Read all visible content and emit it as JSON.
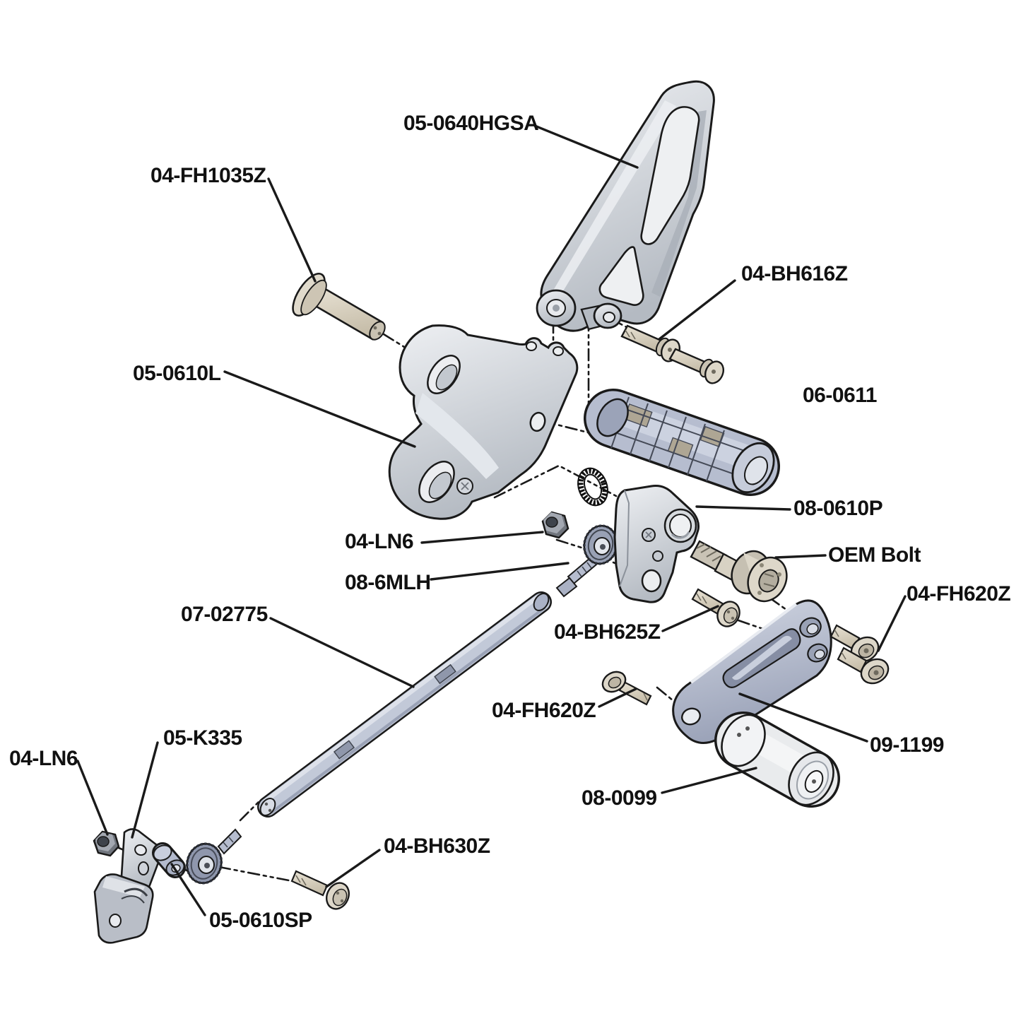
{
  "diagram": {
    "type": "exploded-parts-diagram",
    "subject": "motorcycle rearset / shift linkage assembly",
    "background": "#ffffff",
    "label_color": "#111111",
    "line_color": "#1a1a1a",
    "part_colors": {
      "aluminum": "#c9ced6",
      "steel_blue": "#b6bdcf",
      "hardware_tan": "#d8d2c4",
      "nut_gray": "#70757d",
      "spacer_white": "#e9ebed"
    },
    "labels": [
      {
        "id": "heel-guard",
        "text": "05-0640HGSA"
      },
      {
        "id": "flathead-1035",
        "text": "04-FH1035Z"
      },
      {
        "id": "buttonhead-616",
        "text": "04-BH616Z"
      },
      {
        "id": "bracket-left",
        "text": "05-0610L"
      },
      {
        "id": "footpeg",
        "text": "06-0611"
      },
      {
        "id": "peg-mount",
        "text": "08-0610P"
      },
      {
        "id": "oem-bolt",
        "text": "OEM Bolt"
      },
      {
        "id": "flathead-620-right",
        "text": "04-FH620Z"
      },
      {
        "id": "locknut-mid",
        "text": "04-LN6"
      },
      {
        "id": "rod-end-bearing",
        "text": "08-6MLH"
      },
      {
        "id": "shift-rod",
        "text": "07-02775"
      },
      {
        "id": "buttonhead-625",
        "text": "04-BH625Z"
      },
      {
        "id": "flathead-620-low",
        "text": "04-FH620Z"
      },
      {
        "id": "shift-arm",
        "text": "09-1199"
      },
      {
        "id": "spacer-0099",
        "text": "08-0099"
      },
      {
        "id": "locknut-lower",
        "text": "04-LN6"
      },
      {
        "id": "shift-clevis",
        "text": "05-K335"
      },
      {
        "id": "spacer-0610sp",
        "text": "05-0610SP"
      },
      {
        "id": "buttonhead-630",
        "text": "04-BH630Z"
      }
    ]
  }
}
